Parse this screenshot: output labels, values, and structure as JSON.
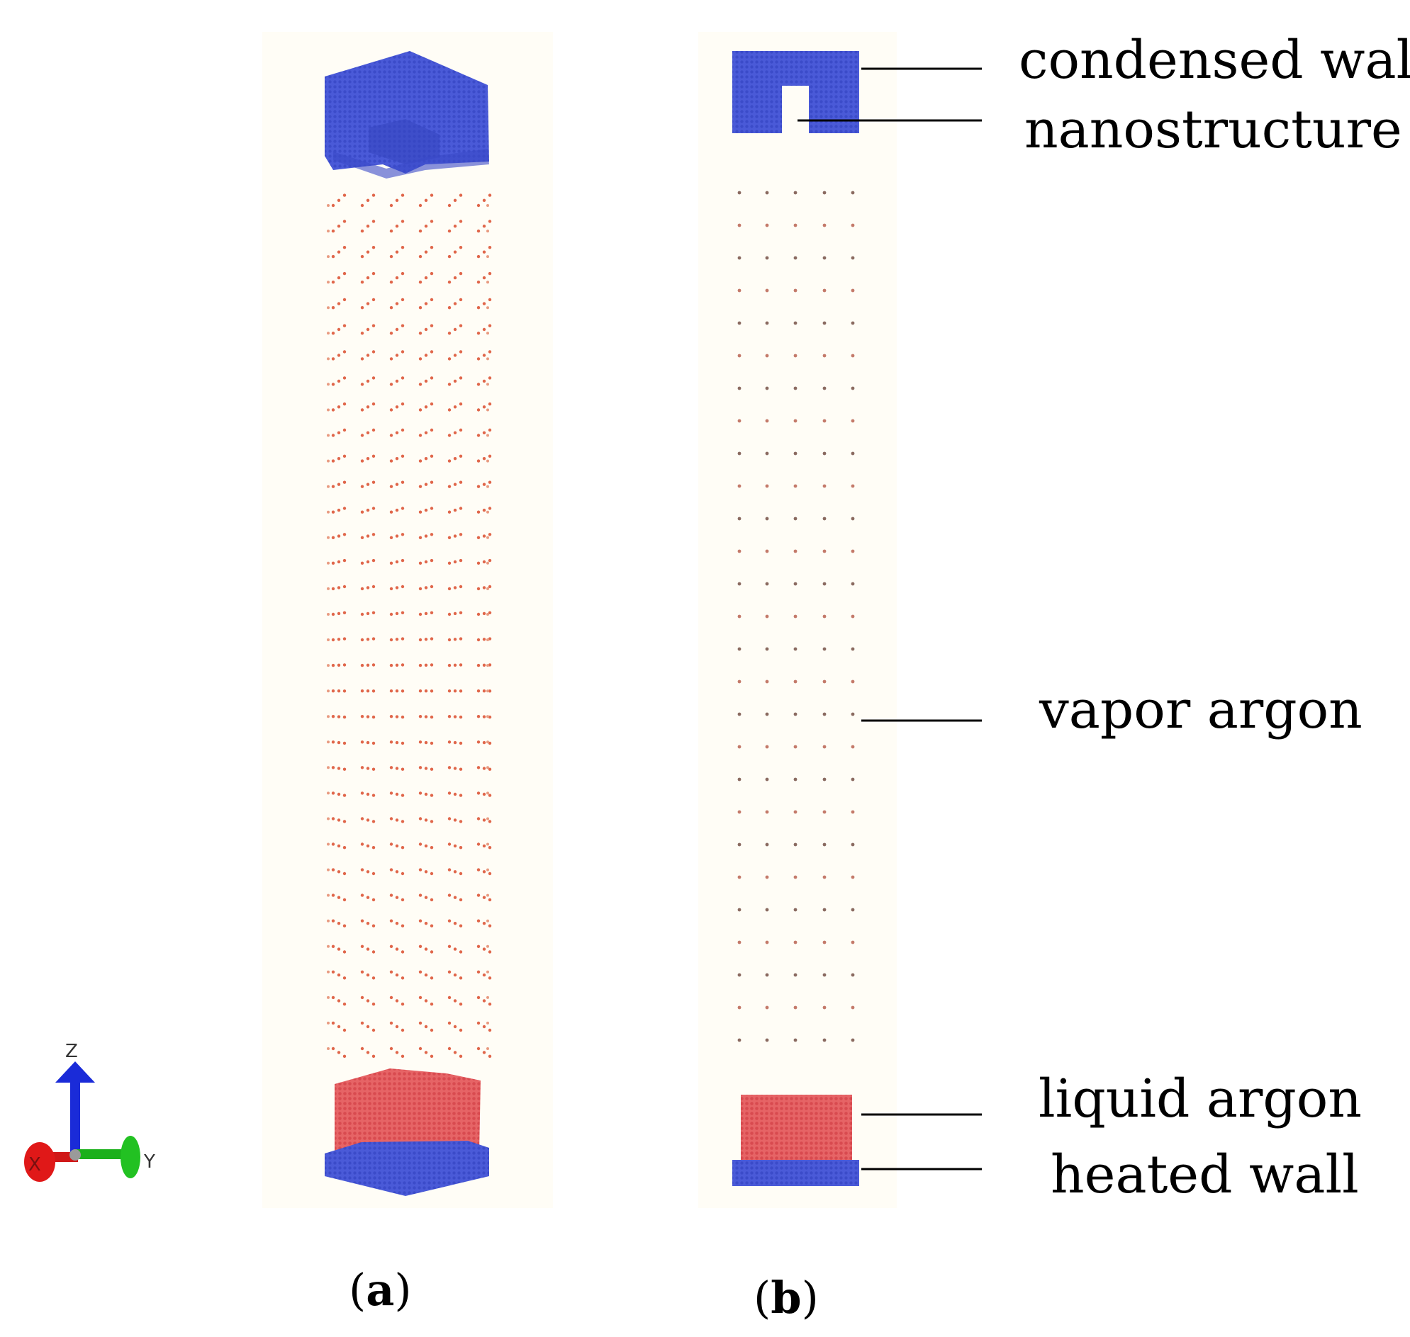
{
  "labels": {
    "condensed_wall": "condensed wall",
    "nanostructure": "nanostructure",
    "vapor_argon": "vapor argon",
    "liquid_argon": "liquid argon",
    "heated_wall": "heated wall"
  },
  "captions": {
    "a_paren_open": "(",
    "a_letter": "a",
    "a_paren_close": ")",
    "b_paren_open": "(",
    "b_letter": "b",
    "b_paren_close": ")"
  },
  "axes": {
    "z": "Z",
    "y": "Y",
    "x": "X"
  },
  "colors": {
    "wall": "#4454d6",
    "liquid": "#e0575a",
    "vapor_dot": "#e0664a",
    "panel_bg": "#fffdf6",
    "axis_z": "#1a2bd8",
    "axis_y": "#1bb01b",
    "axis_x": "#e01818"
  }
}
